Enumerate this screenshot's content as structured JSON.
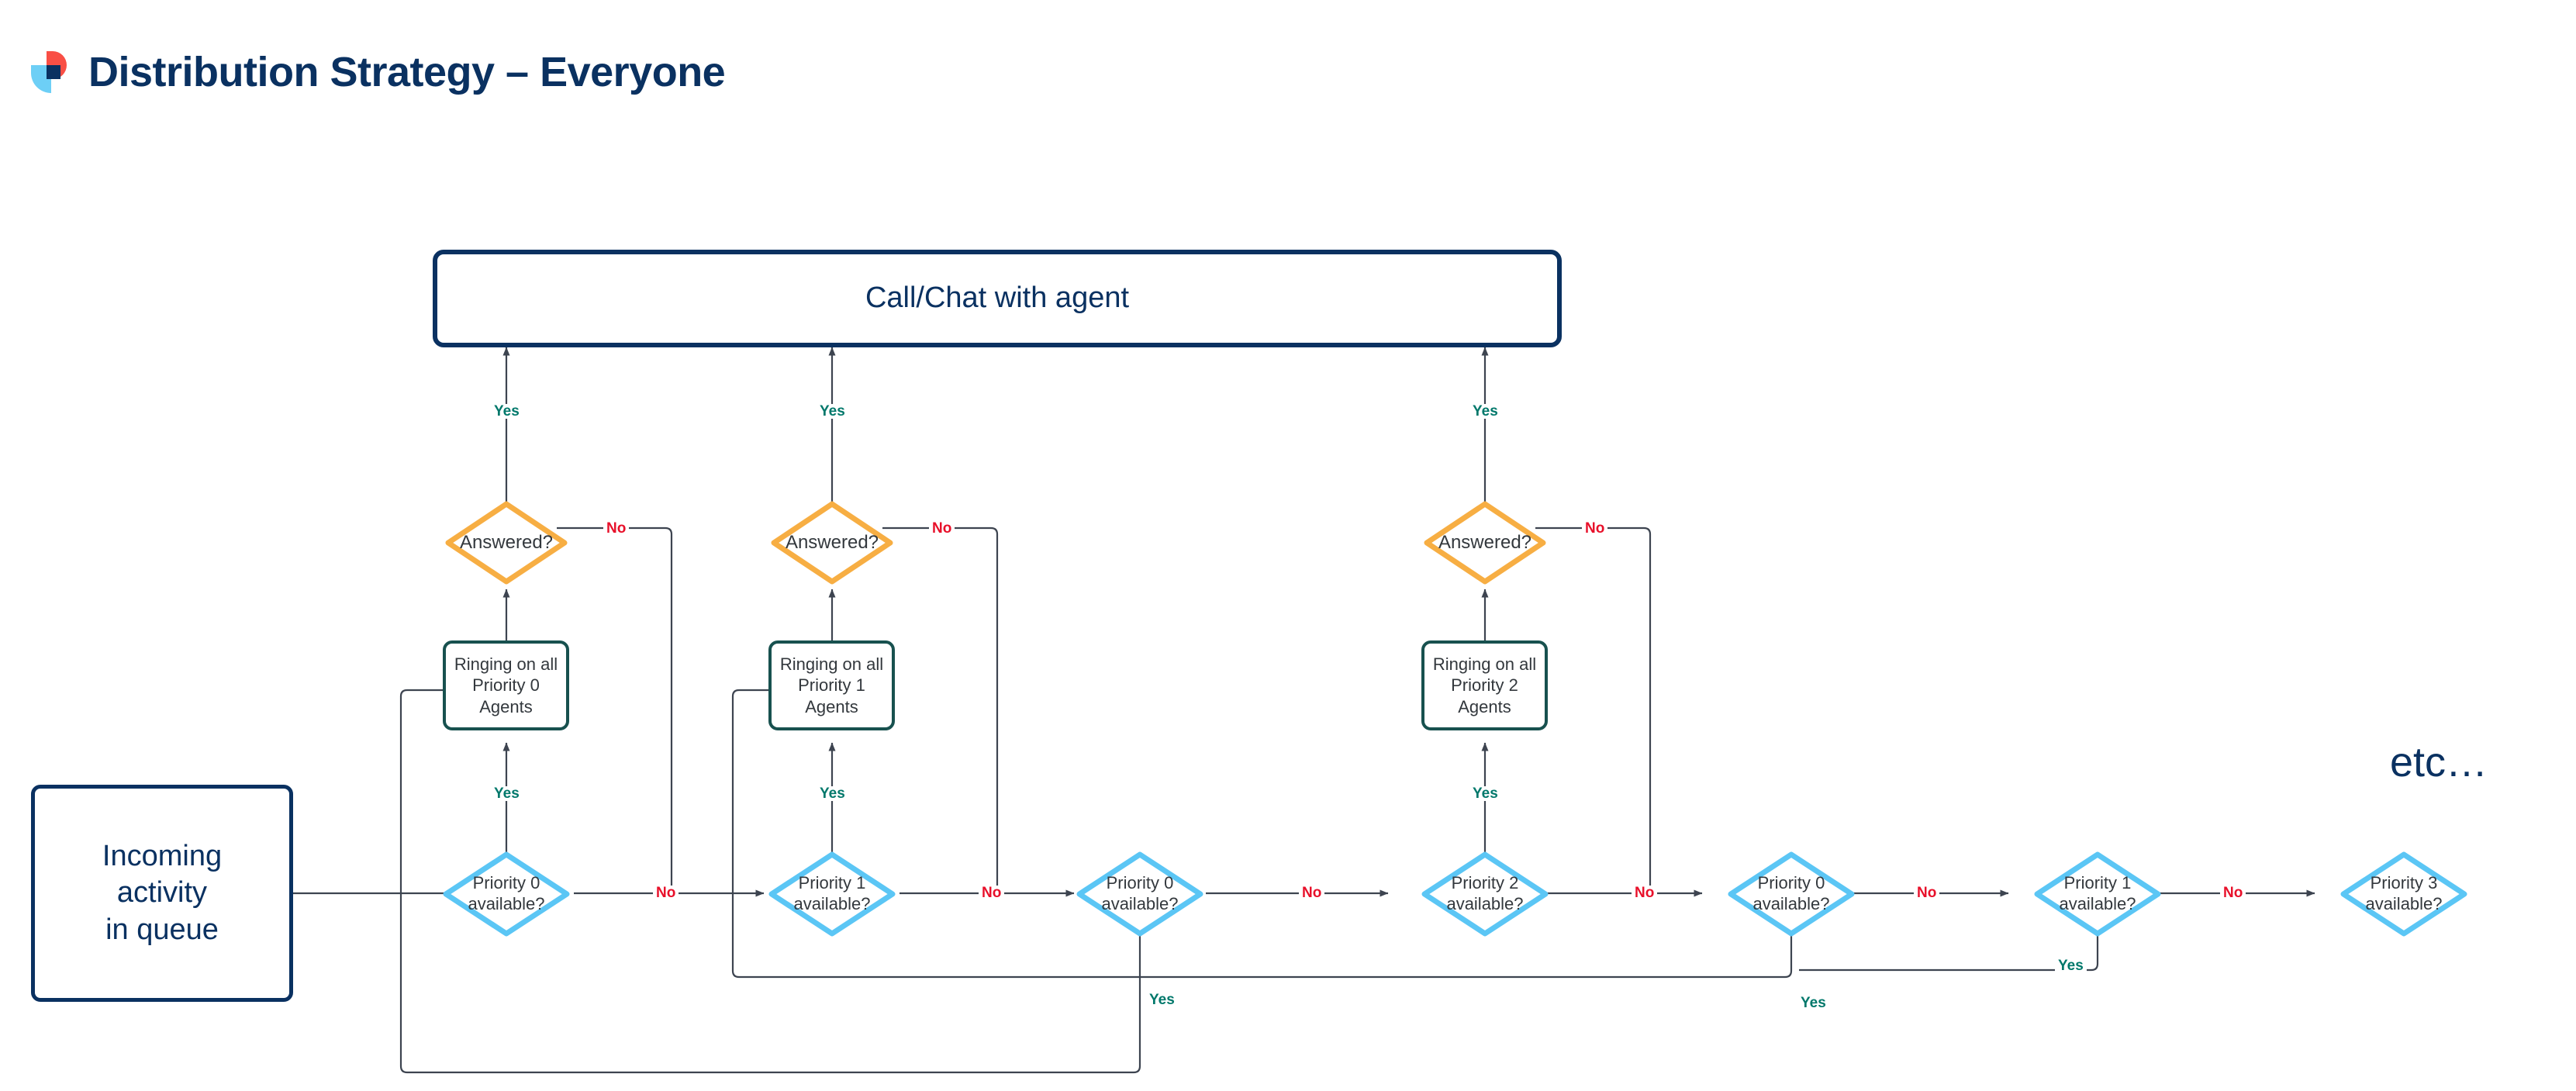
{
  "header": {
    "title": "Distribution Strategy – Everyone",
    "logo_icon": "logo-icon",
    "logo_colors": {
      "red": "#F94F45",
      "blue": "#6DCFF6",
      "navy": "#0A3161"
    }
  },
  "colors": {
    "navy": "#0A3161",
    "teal": "#18514F",
    "light_blue": "#5BC6F5",
    "orange": "#F7AE43",
    "yes_green": "#00786B",
    "no_red": "#E8102A",
    "edge_gray": "#3D4450",
    "text_dark": "#33383D"
  },
  "nodes": {
    "incoming": {
      "label": "Incoming\nactivity\nin queue",
      "label_lines": [
        "Incoming",
        "activity",
        "in queue"
      ],
      "shape": "rounded-rect",
      "color": "#0A3161"
    },
    "call_chat": {
      "label": "Call/Chat with agent",
      "shape": "rounded-rect",
      "color": "#0A3161"
    },
    "ringing": [
      {
        "id": "ringing-p0",
        "lines": [
          "Ringing on all",
          "Priority 0",
          "Agents"
        ],
        "shape": "rounded-rect",
        "color": "#18514F"
      },
      {
        "id": "ringing-p1",
        "lines": [
          "Ringing on all",
          "Priority 1",
          "Agents"
        ],
        "shape": "rounded-rect",
        "color": "#18514F"
      },
      {
        "id": "ringing-p2",
        "lines": [
          "Ringing on all",
          "Priority 2",
          "Agents"
        ],
        "shape": "rounded-rect",
        "color": "#18514F"
      }
    ],
    "answered": [
      {
        "id": "answered-1",
        "label": "Answered?",
        "shape": "diamond",
        "color": "#F7AE43"
      },
      {
        "id": "answered-2",
        "label": "Answered?",
        "shape": "diamond",
        "color": "#F7AE43"
      },
      {
        "id": "answered-3",
        "label": "Answered?",
        "shape": "diamond",
        "color": "#F7AE43"
      }
    ],
    "availability": [
      {
        "id": "avail-1",
        "lines": [
          "Priority 0",
          "available?"
        ],
        "shape": "diamond",
        "color": "#5BC6F5"
      },
      {
        "id": "avail-2",
        "lines": [
          "Priority 1",
          "available?"
        ],
        "shape": "diamond",
        "color": "#5BC6F5"
      },
      {
        "id": "avail-3",
        "lines": [
          "Priority 0",
          "available?"
        ],
        "shape": "diamond",
        "color": "#5BC6F5"
      },
      {
        "id": "avail-4",
        "lines": [
          "Priority 2",
          "available?"
        ],
        "shape": "diamond",
        "color": "#5BC6F5"
      },
      {
        "id": "avail-5",
        "lines": [
          "Priority 0",
          "available?"
        ],
        "shape": "diamond",
        "color": "#5BC6F5"
      },
      {
        "id": "avail-6",
        "lines": [
          "Priority 1",
          "available?"
        ],
        "shape": "diamond",
        "color": "#5BC6F5"
      },
      {
        "id": "avail-7",
        "lines": [
          "Priority 3",
          "available?"
        ],
        "shape": "diamond",
        "color": "#5BC6F5"
      }
    ],
    "etc": {
      "label": "etc…"
    }
  },
  "edge_labels": {
    "yes": "Yes",
    "no": "No",
    "yes_to_callchat_1": "Yes",
    "yes_to_callchat_2": "Yes",
    "yes_to_callchat_3": "Yes",
    "no_answered_1": "No",
    "no_answered_2": "No",
    "no_answered_3": "No",
    "yes_ringing_1": "Yes",
    "yes_ringing_2": "Yes",
    "yes_ringing_3": "Yes",
    "no_avail_1": "No",
    "no_avail_2": "No",
    "no_avail_3": "No",
    "no_avail_4": "No",
    "no_avail_5": "No",
    "no_avail_6": "No",
    "yes_loop_avail3": "Yes",
    "yes_loop_avail5": "Yes",
    "yes_loop_avail6": "Yes"
  }
}
